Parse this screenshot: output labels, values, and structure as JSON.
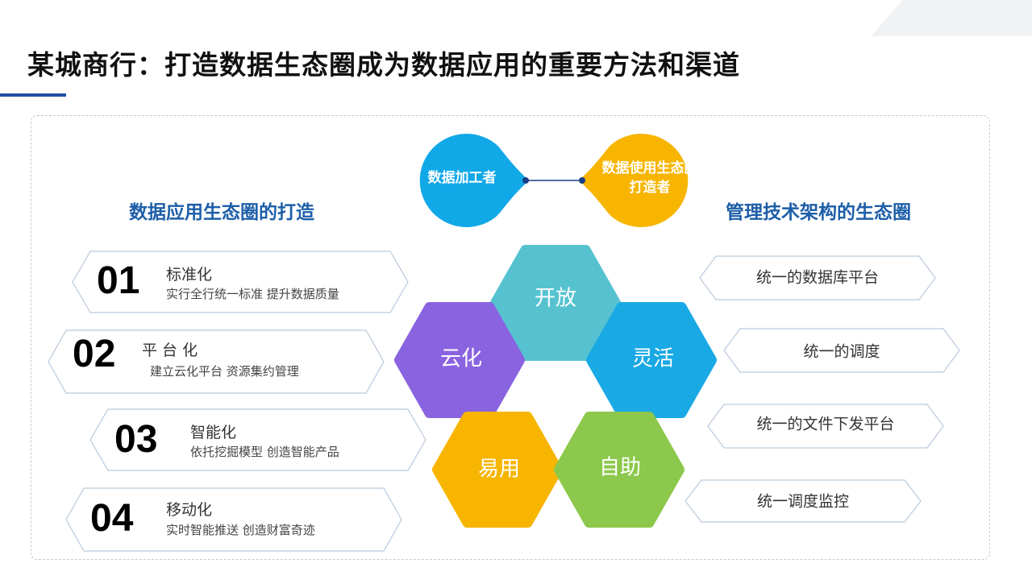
{
  "title": "某城商行：打造数据生态圈成为数据应用的重要方法和渠道",
  "left_section_title": "数据应用生态圈的打造",
  "right_section_title": "管理技术架构的生态圈",
  "colors": {
    "accent_bar": "#1f4fa3",
    "section_title": "#1d5ea8",
    "hex_open": "#56c2d0",
    "hex_cloud": "#8a63e0",
    "hex_flexible": "#19a9e5",
    "hex_easy": "#f7b500",
    "hex_self": "#8cc84b",
    "drop_processor": "#11a8e8",
    "drop_user": "#f7b500"
  },
  "drops": [
    {
      "label": "数据加工者"
    },
    {
      "label": "数据使用生态圈打造者"
    }
  ],
  "left_items": [
    {
      "number": "01",
      "title": "标准化",
      "subtitle": "实行全行统一标准 提升数据质量"
    },
    {
      "number": "02",
      "title": "平 台 化",
      "subtitle": "建立云化平台 资源集约管理"
    },
    {
      "number": "03",
      "title": "智能化",
      "subtitle": "依托挖掘模型 创造智能产品"
    },
    {
      "number": "04",
      "title": "移动化",
      "subtitle": "实时智能推送 创造财富奇迹"
    }
  ],
  "hexagons": [
    {
      "label": "开放"
    },
    {
      "label": "云化"
    },
    {
      "label": "灵活"
    },
    {
      "label": "易用"
    },
    {
      "label": "自助"
    }
  ],
  "right_items": [
    {
      "label": "统一的数据库平台"
    },
    {
      "label": "统一的调度"
    },
    {
      "label": "统一的文件下发平台"
    },
    {
      "label": "统一调度监控"
    }
  ]
}
